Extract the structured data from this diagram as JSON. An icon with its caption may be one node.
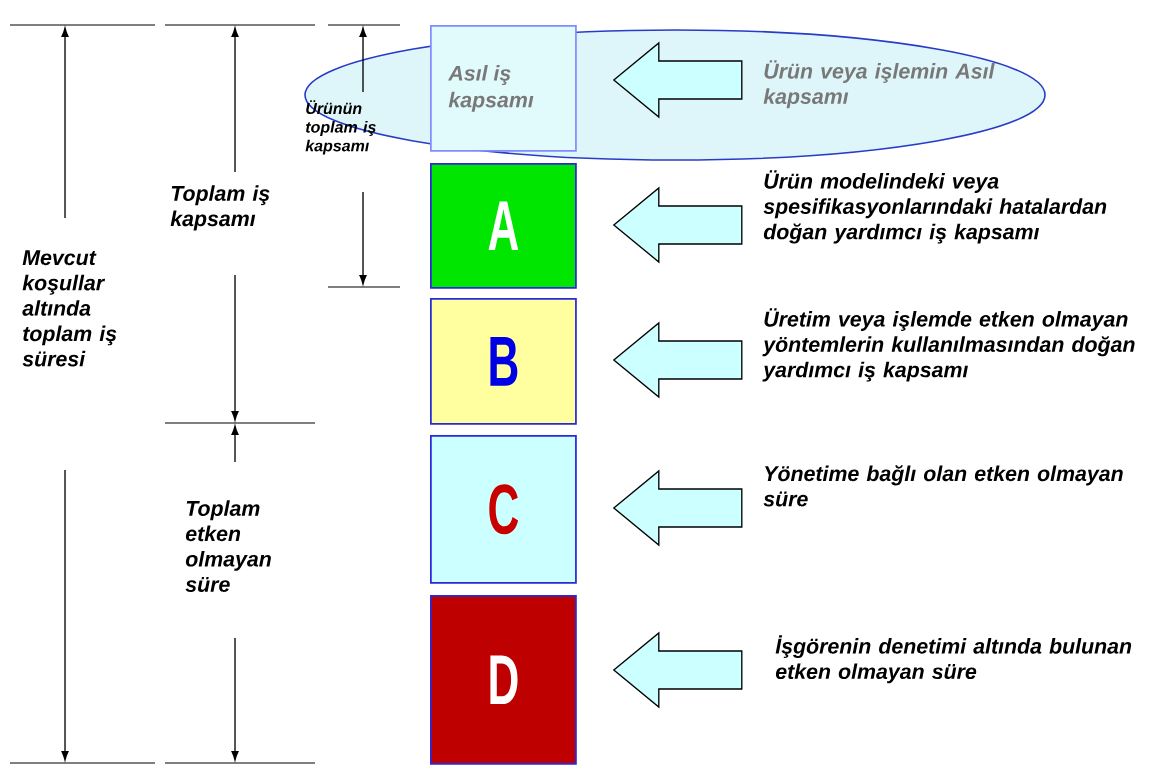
{
  "diagram": {
    "nodes": [
      {
        "text": [
          "Asıl iş kapsamı"
        ]
      },
      {
        "text": [
          "A"
        ]
      },
      {
        "text": [
          "B"
        ]
      },
      {
        "text": [
          "C"
        ]
      },
      {
        "text": [
          "D"
        ]
      },
      {
        "text": [
          "Ürün veya işlemin Asıl kapsamı"
        ]
      },
      {
        "text": [
          "Ürün modelindeki veya spesifikasyonlarındaki hatalardan doğan yardımcı iş kapsamı"
        ]
      },
      {
        "text": [
          "Üretim veya işlemde etken olmayan yöntemlerin kullanılmasından doğan yardımcı iş kapsamı"
        ]
      },
      {
        "text": [
          "Yönetime bağlı olan etken olmayan süre"
        ]
      },
      {
        "text": [
          "İşgörenin denetimi altında bulunan etken olmayan süre"
        ]
      }
    ],
    "edges": [
      {
        "from": 5,
        "to": 0,
        "arrow": "to"
      },
      {
        "from": 6,
        "to": 1,
        "arrow": "to"
      },
      {
        "from": 7,
        "to": 2,
        "arrow": "to"
      },
      {
        "from": 8,
        "to": 3,
        "arrow": "to"
      },
      {
        "from": 9,
        "to": 4,
        "arrow": "to"
      }
    ],
    "labels": [
      "Mevcut koşullar altında toplam iş süresi",
      "Toplam iş kapsamı",
      "Ürünün toplam iş kapsamı",
      "Toplam etken olmayan süre"
    ]
  }
}
